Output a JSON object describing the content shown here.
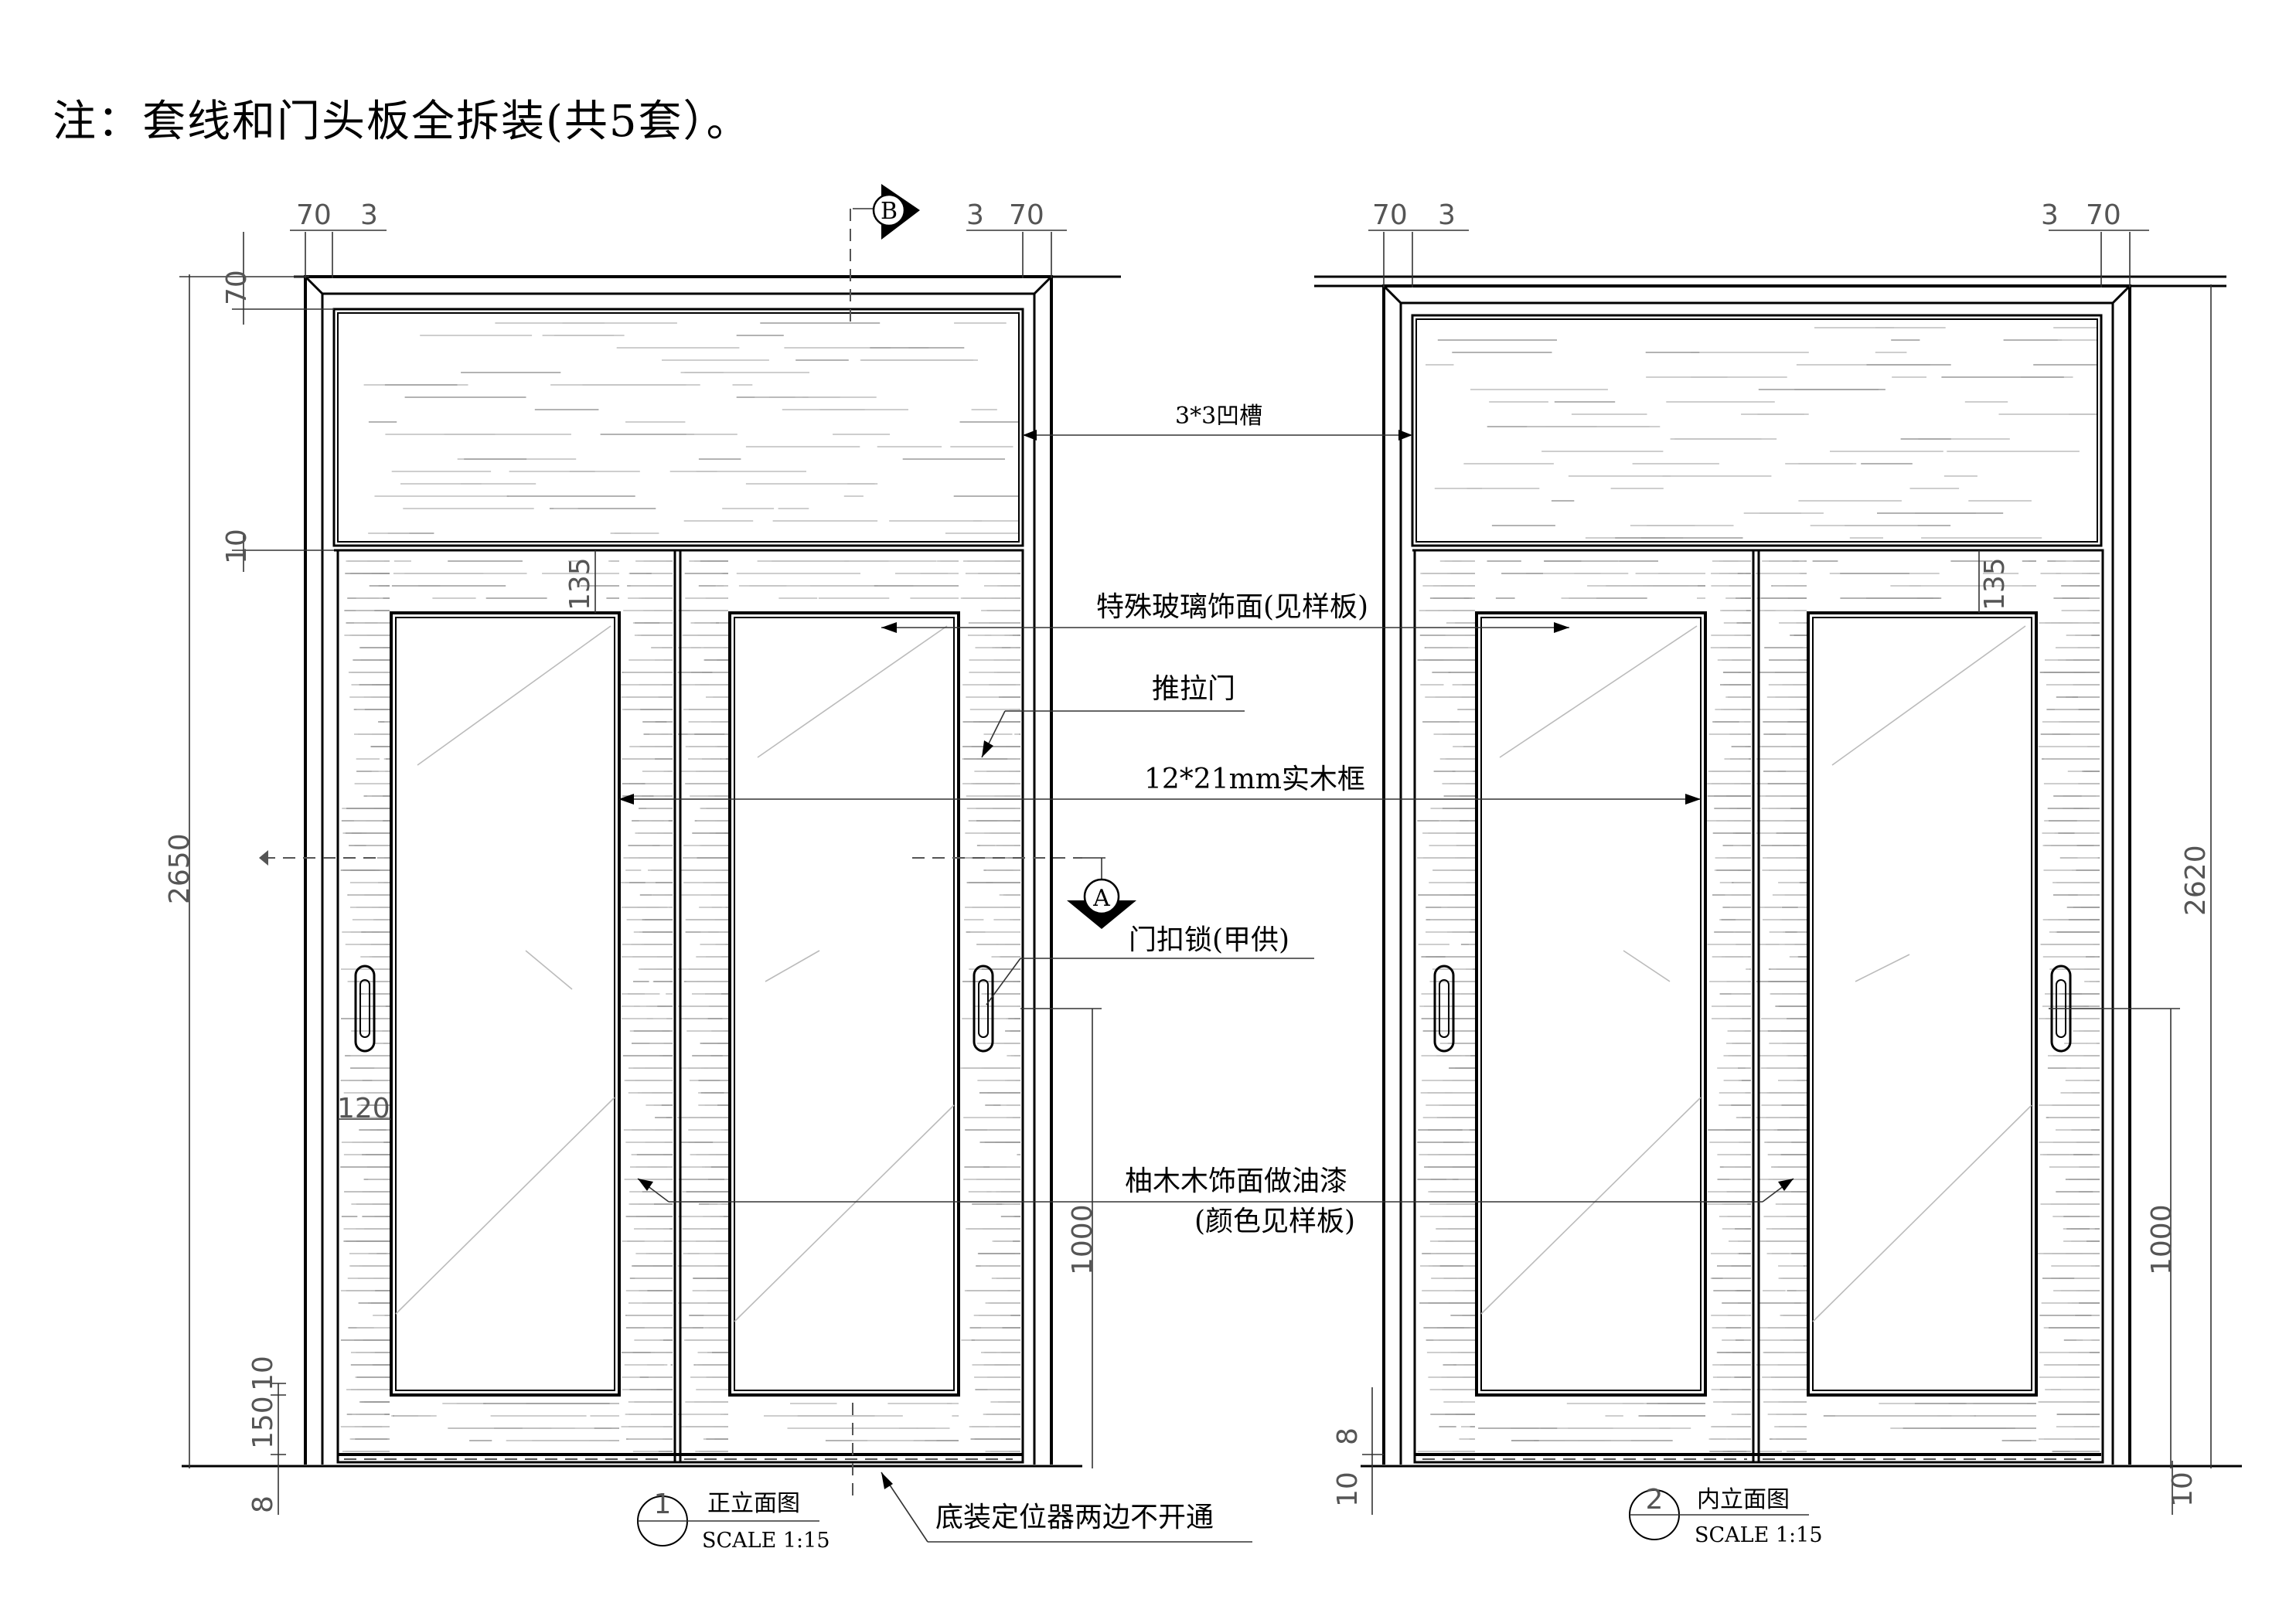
{
  "note": "注：套线和门头板全拆装(共5套）。",
  "section_marks": {
    "b": "B",
    "a": "A"
  },
  "dimensions": {
    "d70": "70",
    "d3": "3",
    "d10": "10",
    "d135": "135",
    "d2650": "2650",
    "d2620": "2620",
    "d120": "120",
    "d1000": "1000",
    "d150": "150",
    "d8": "8"
  },
  "callouts": {
    "groove": "3*3凹槽",
    "glass_finish": "特殊玻璃饰面(见样板)",
    "sliding_door": "推拉门",
    "frame": "12*21mm实木框",
    "lock": "门扣锁(甲供)",
    "veneer": "柚木木饰面做油漆",
    "veneer_color": "(颜色见样板)",
    "floor_guide": "底装定位器两边不开通"
  },
  "views": [
    {
      "number": "1",
      "title": "正立面图",
      "scale": "SCALE 1:15"
    },
    {
      "number": "2",
      "title": "内立面图",
      "scale": "SCALE 1:15"
    }
  ]
}
